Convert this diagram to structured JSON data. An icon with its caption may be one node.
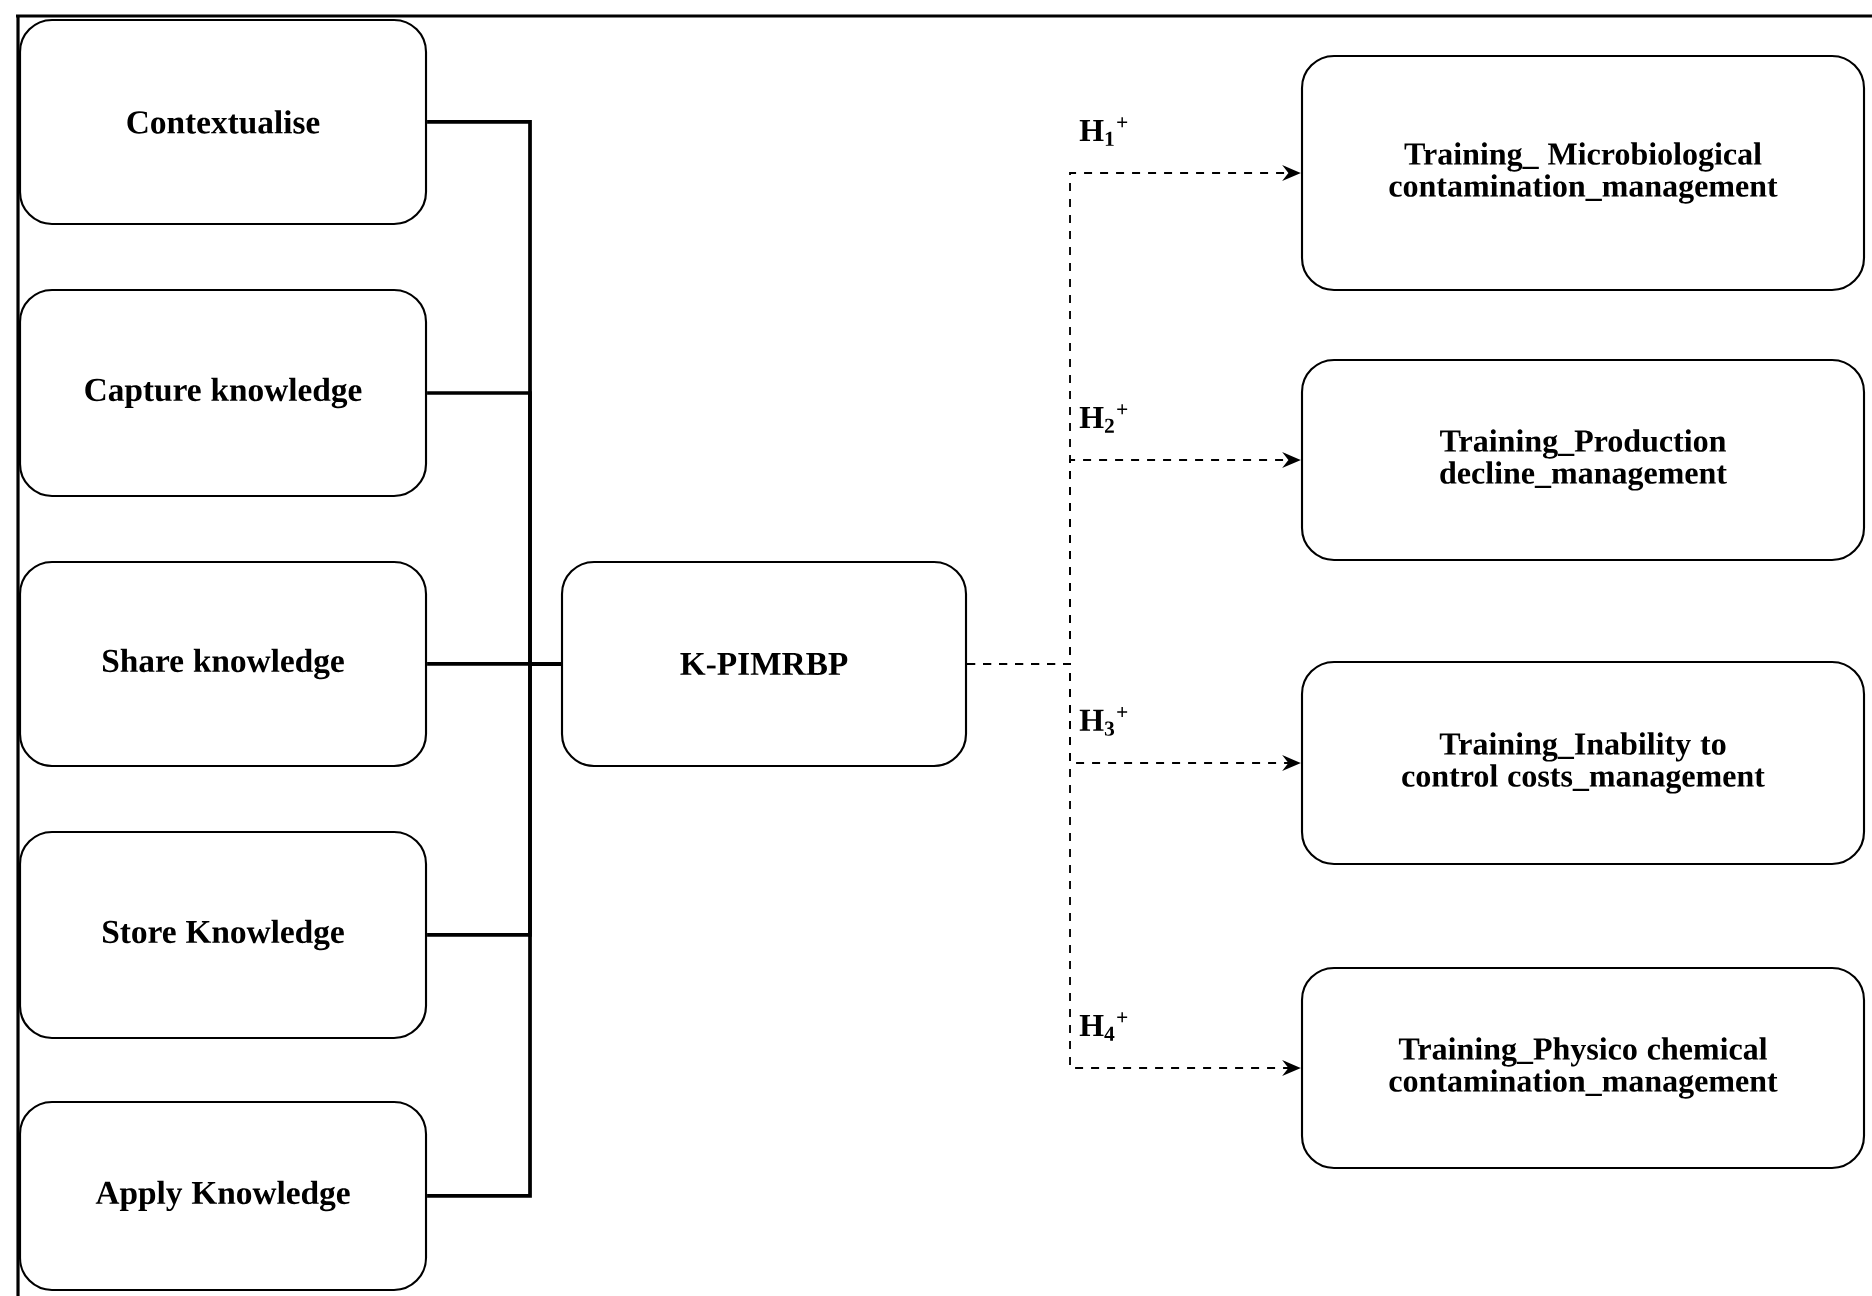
{
  "diagram": {
    "nodes": [
      {
        "text": [
          "Contextualise"
        ]
      },
      {
        "text": [
          "Capture knowledge"
        ]
      },
      {
        "text": [
          "Share knowledge"
        ]
      },
      {
        "text": [
          "Store Knowledge"
        ]
      },
      {
        "text": [
          "Apply Knowledge"
        ]
      },
      {
        "text": [
          "K-PIMRBP"
        ]
      },
      {
        "text": [
          "Training_ Microbiological contamination_management"
        ]
      },
      {
        "text": [
          "Training_Production decline_management"
        ]
      },
      {
        "text": [
          "Training_Inability to control costs_management"
        ]
      },
      {
        "text": [
          "Training_Physico chemical contamination_management"
        ]
      }
    ],
    "edges": [
      {
        "from": 0,
        "to": 5,
        "arrow": "none"
      },
      {
        "from": 1,
        "to": 5,
        "arrow": "none"
      },
      {
        "from": 2,
        "to": 5,
        "arrow": "none"
      },
      {
        "from": 3,
        "to": 5,
        "arrow": "none"
      },
      {
        "from": 4,
        "to": 5,
        "arrow": "none"
      },
      {
        "from": 5,
        "to": 6,
        "arrow": "to",
        "style": "dashed",
        "label": "H$_{1}$$^{+}$"
      },
      {
        "from": 5,
        "to": 7,
        "arrow": "to",
        "style": "dashed",
        "label": "H$_{2}$$^{+}$"
      },
      {
        "from": 5,
        "to": 8,
        "arrow": "to",
        "style": "dashed",
        "label": "H$_{3}$$^{+}$"
      },
      {
        "from": 5,
        "to": 9,
        "arrow": "to",
        "style": "dashed",
        "label": "H$_{4}$$^{+}$"
      }
    ]
  }
}
